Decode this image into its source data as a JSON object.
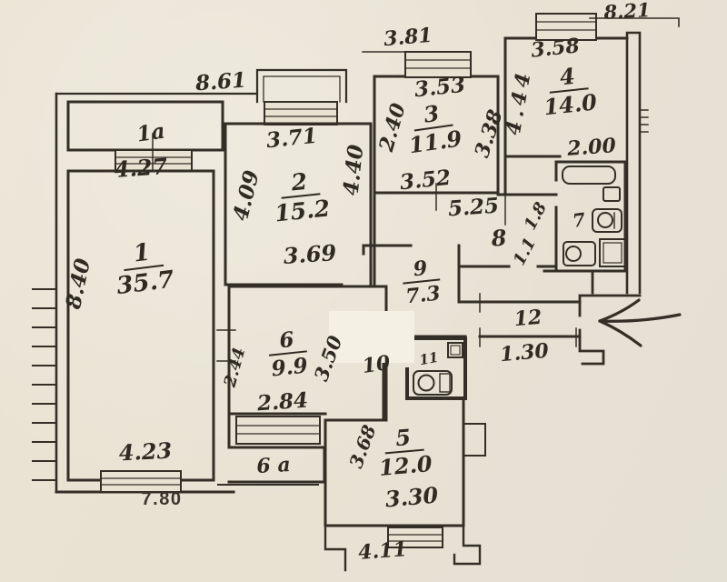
{
  "plan": {
    "description": "Hand-drawn scanned apartment floor plan",
    "paper_color": "#e8e2d3",
    "ink_color": "#332f26",
    "rooms": {
      "r1": {
        "number": "1",
        "area": "35.7"
      },
      "r1a": {
        "number": "1a"
      },
      "r2": {
        "number": "2",
        "area": "15.2"
      },
      "r3": {
        "number": "3",
        "area": "11.9"
      },
      "r4": {
        "number": "4",
        "area": "14.0"
      },
      "r5": {
        "number": "5",
        "area": "12.0"
      },
      "r6": {
        "number": "6",
        "area": "9.9"
      },
      "r6a": {
        "number": "6 a"
      },
      "r7": {
        "number": "7"
      },
      "r8": {
        "number": "8"
      },
      "r9": {
        "number": "9",
        "area": "7.3"
      },
      "r10": {
        "number": "10"
      },
      "r11": {
        "number": "11"
      },
      "r12": {
        "number": "12"
      }
    },
    "dimensions": {
      "d_8_61": "8.61",
      "d_4_27": "4.27",
      "d_8_40": "8.40",
      "d_4_23": "4.23",
      "d_7_80": "7.80",
      "d_3_71": "3.71",
      "d_4_09": "4.09",
      "d_4_40": "4.40",
      "d_3_69": "3.69",
      "d_3_81": "3.81",
      "d_3_53": "3.53",
      "d_2_40": "2.40",
      "d_3_38": "3.38",
      "d_3_52": "3.52",
      "d_8_21": "8.21",
      "d_3_58": "3.58",
      "d_4_44": "4.44",
      "d_2_00": "2.00",
      "d_5_25": "5.25",
      "d_1_8": "1.8",
      "d_1_1": "1.1",
      "d_1_30": "1.30",
      "d_2_44": "2.44",
      "d_3_50": "3.50",
      "d_2_84": "2.84",
      "d_3_68": "3.68",
      "d_3_30": "3.30",
      "d_4_11": "4.11"
    },
    "fixtures": {
      "bathroom_7": [
        "bathtub",
        "sink",
        "toilet",
        "toilet",
        "washing-machine"
      ],
      "wc_11": [
        "sink",
        "toilet"
      ]
    },
    "markers": {
      "entrance_arrow": "left"
    }
  }
}
